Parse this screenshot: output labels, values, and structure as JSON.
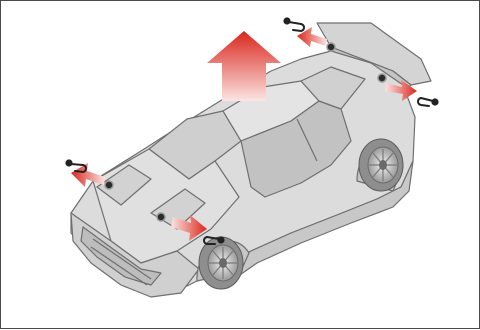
{
  "figure": {
    "subject": "car-body-removal-clip-locations",
    "clip_count": 4,
    "lift_direction": "up",
    "colors": {
      "frame_border": "#4a4a4a",
      "body_fill": "#d9d9d9",
      "body_line": "#6f6f6f",
      "arrow_dark": "#d9261c",
      "arrow_light": "#fbe5e3",
      "clip_metal": "#2b2b2b"
    },
    "icons": {
      "lift": "up-arrow-icon",
      "pull": "pull-arrow-icon",
      "clip": "body-clip-icon",
      "mount": "mount-hole-icon"
    }
  }
}
